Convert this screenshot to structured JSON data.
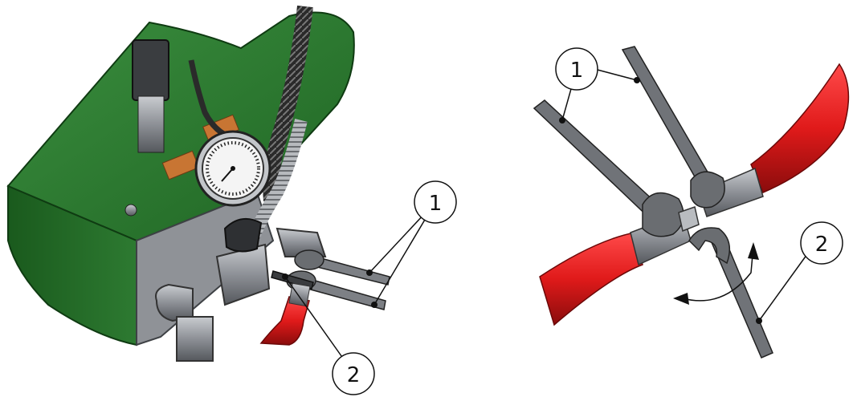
{
  "figure": {
    "left_panel": {
      "callouts": [
        {
          "label": "1"
        },
        {
          "label": "2"
        }
      ]
    },
    "right_panel": {
      "callouts": [
        {
          "label": "1"
        },
        {
          "label": "2"
        }
      ]
    }
  },
  "colors": {
    "housing_green": "#2e7d32",
    "housing_green_dark": "#1b5e20",
    "steel": "#8a8d92",
    "steel_dark": "#4a4d52",
    "hose_red": "#d81e1e",
    "hose_red_dark": "#8e0f0f",
    "copper": "#c87533",
    "line": "#111111"
  }
}
